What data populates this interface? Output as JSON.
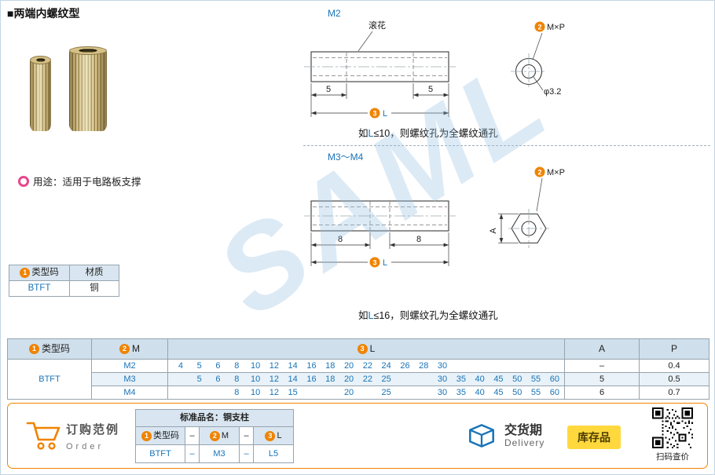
{
  "page": {
    "title": "■两端内螺纹型",
    "watermark": "SAML"
  },
  "product": {
    "usage": "用途：适用于电路板支撑"
  },
  "material_table": {
    "type_num": "1",
    "type_label": "类型码",
    "material_label": "材质",
    "type_value": "BTFT",
    "material_value": "铜"
  },
  "drawings": {
    "m2": {
      "section_label": "M2",
      "knurl_label": "滚花",
      "dim_left": "5",
      "dim_right": "5",
      "length_num": "3",
      "length_label": "L",
      "thread_num": "2",
      "thread_label": "M×P",
      "hole_dia": "φ3.2",
      "note_prefix": "如",
      "note_var": "L",
      "note_suffix": "≤10，则螺纹孔为全螺纹通孔"
    },
    "m3m4": {
      "section_label": "M3～M4",
      "dim_left": "8",
      "dim_right": "8",
      "length_num": "3",
      "length_label": "L",
      "thread_num": "2",
      "thread_label": "M×P",
      "across_flats": "A",
      "note_prefix": "如",
      "note_var": "L",
      "note_suffix": "≤16，则螺纹孔为全螺纹通孔"
    }
  },
  "spec_table": {
    "headers": {
      "type_num": "1",
      "type": "类型码",
      "m_num": "2",
      "m": "M",
      "l_num": "3",
      "l": "L",
      "a": "A",
      "p": "P"
    },
    "type_code": "BTFT",
    "rows": [
      {
        "m": "M2",
        "l_slots": [
          "4",
          "5",
          "6",
          "8",
          "10",
          "12",
          "14",
          "16",
          "18",
          "20",
          "22",
          "24",
          "26",
          "28",
          "30",
          "",
          "",
          "",
          "",
          "",
          ""
        ],
        "a": "–",
        "p": "0.4"
      },
      {
        "m": "M3",
        "l_slots": [
          "",
          "5",
          "6",
          "8",
          "10",
          "12",
          "14",
          "16",
          "18",
          "20",
          "22",
          "25",
          "",
          "",
          "30",
          "35",
          "40",
          "45",
          "50",
          "55",
          "60"
        ],
        "a": "5",
        "p": "0.5"
      },
      {
        "m": "M4",
        "l_slots": [
          "",
          "",
          "",
          "8",
          "10",
          "12",
          "15",
          "",
          "",
          "20",
          "",
          "25",
          "",
          "",
          "30",
          "35",
          "40",
          "45",
          "50",
          "55",
          "60"
        ],
        "a": "6",
        "p": "0.7"
      }
    ]
  },
  "order": {
    "title": "订购范例",
    "subtitle": "Order",
    "example": {
      "caption": "标准品名：铜支柱",
      "h_type_num": "1",
      "h_type": "类型码",
      "h_m_num": "2",
      "h_m": "M",
      "h_l_num": "3",
      "h_l": "L",
      "dash": "–",
      "v_type": "BTFT",
      "v_m": "M3",
      "v_l": "L5"
    },
    "delivery_title": "交货期",
    "delivery_sub": "Delivery",
    "stock_badge": "库存品",
    "qr_caption": "扫码查价"
  }
}
